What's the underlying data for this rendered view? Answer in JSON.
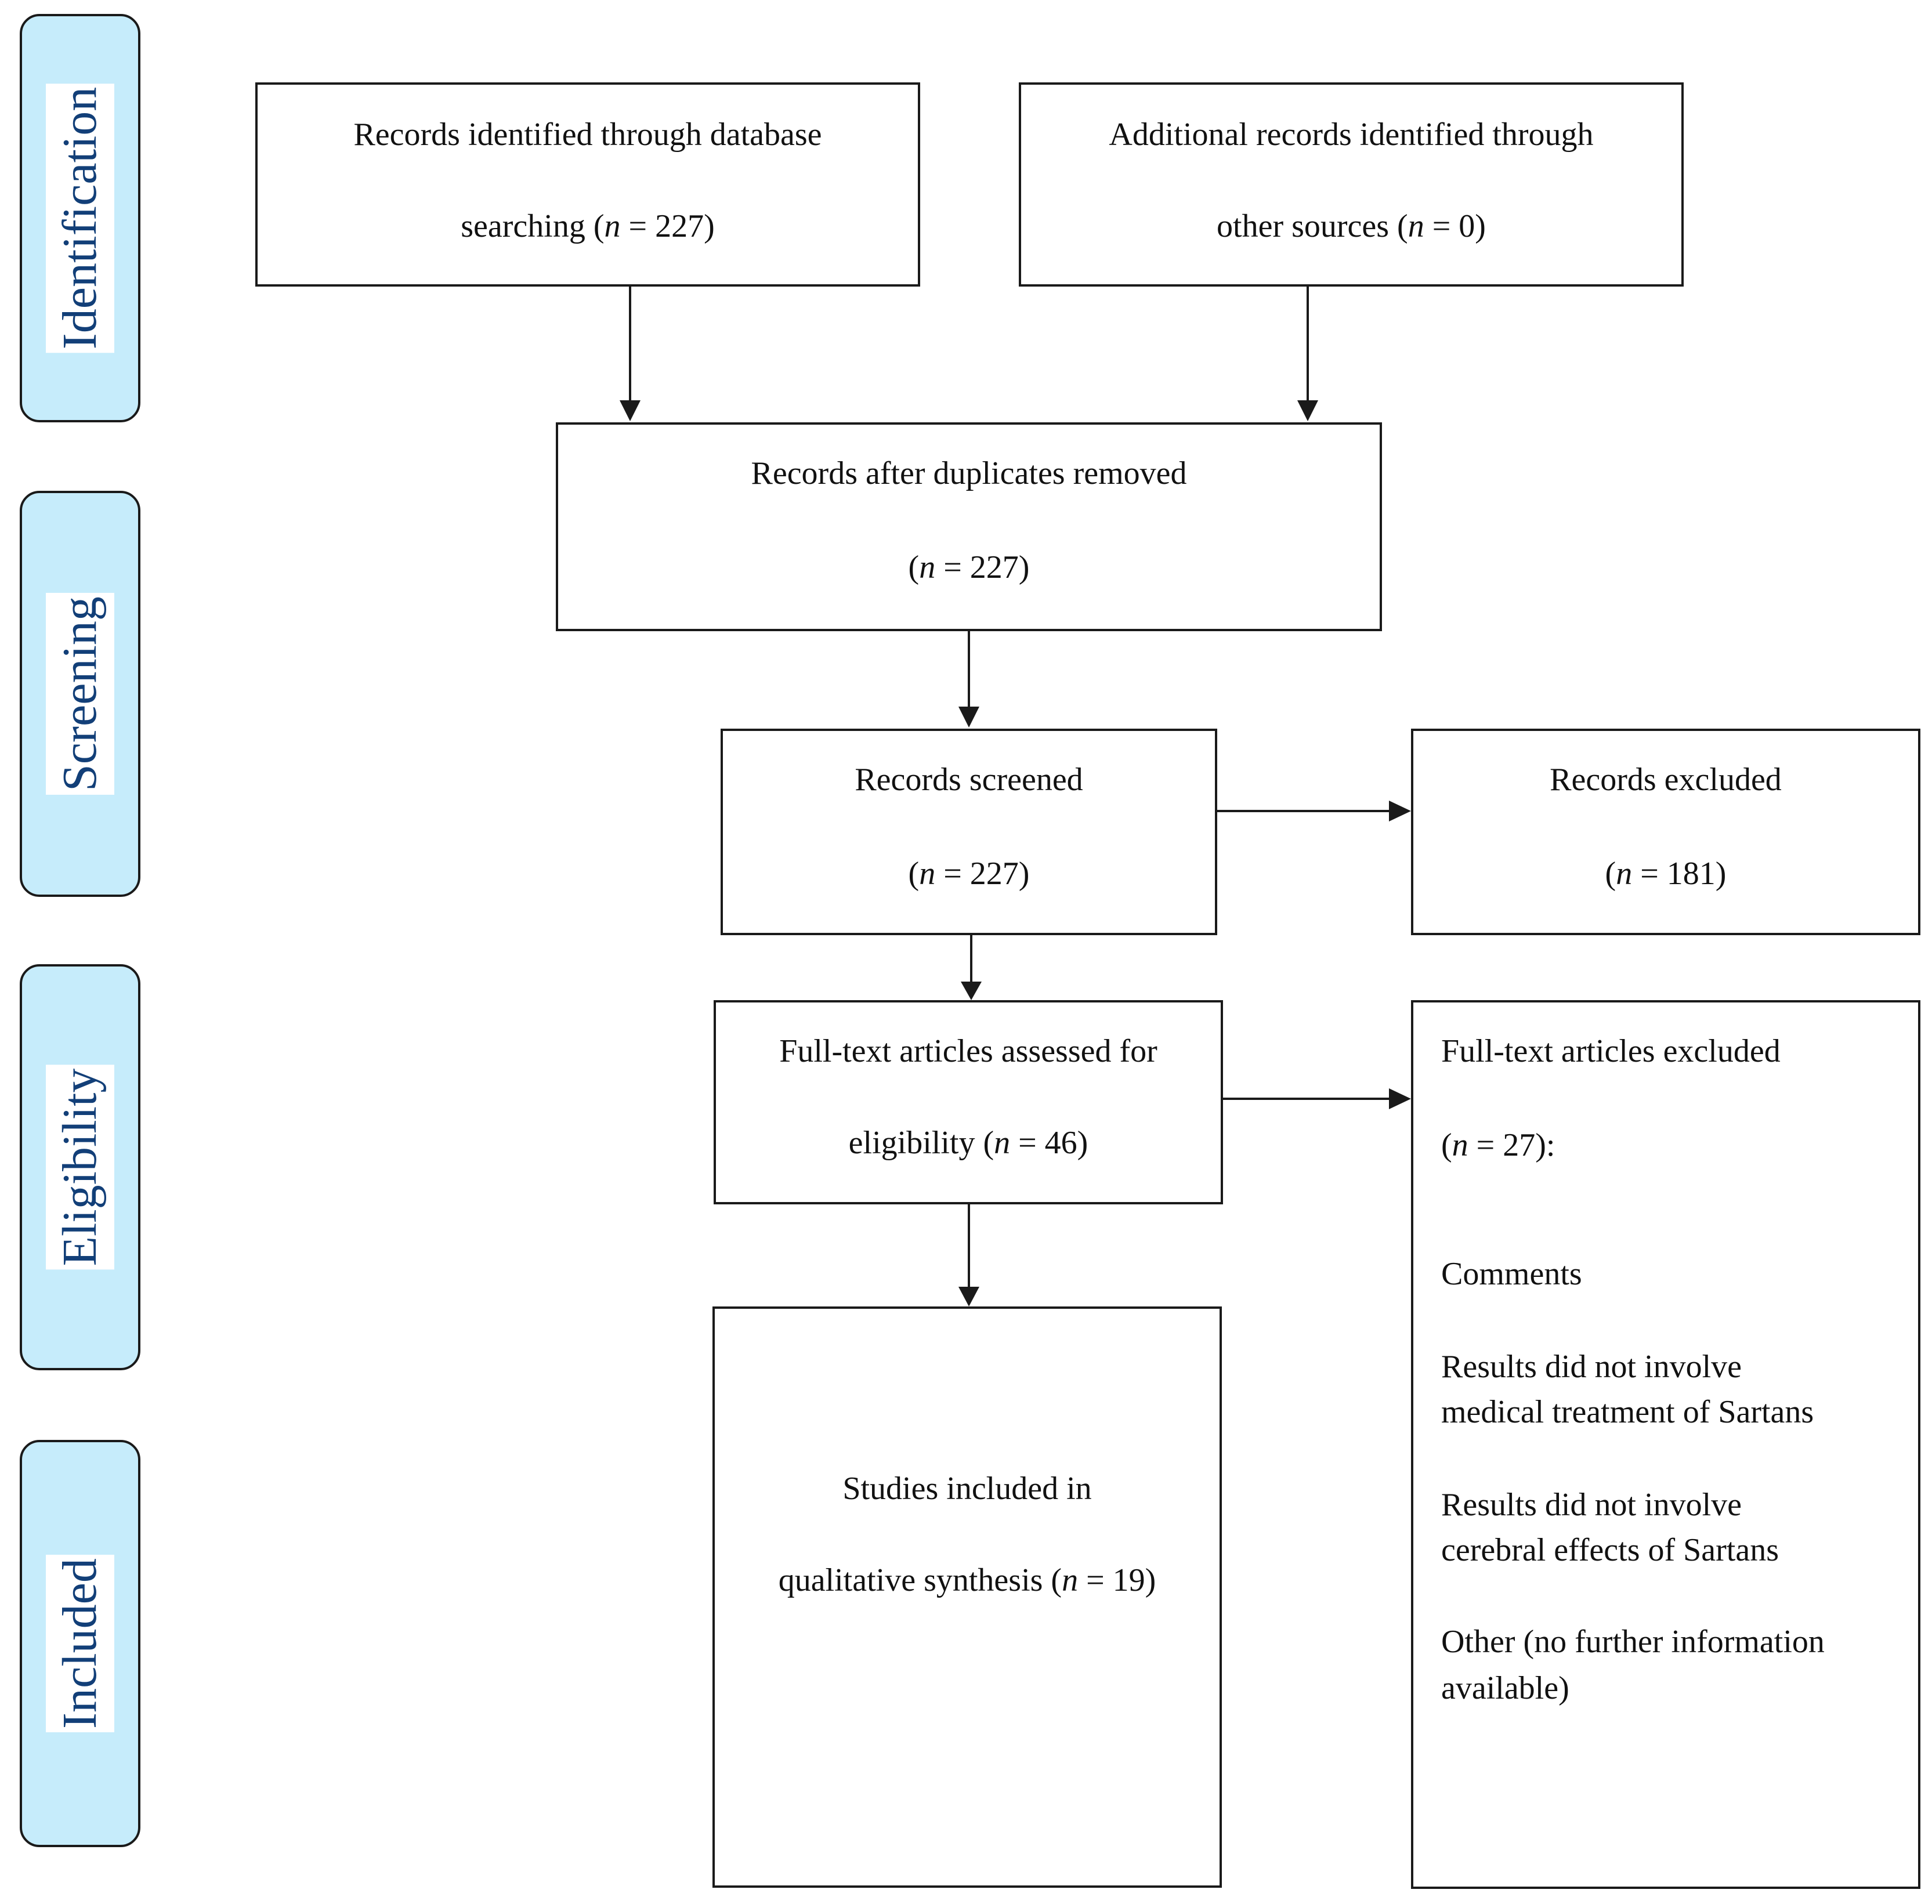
{
  "phases": {
    "identification": "Identification",
    "screening": "Screening",
    "eligibility": "Eligibility",
    "included": "Included"
  },
  "boxes": {
    "database_search": {
      "line1": "Records identified through database",
      "line2_prefix": "searching (",
      "n_symbol": "n",
      "line2_suffix": " = 227)"
    },
    "other_sources": {
      "line1": "Additional records identified through",
      "line2_prefix": "other sources (",
      "n_symbol": "n",
      "line2_suffix": " = 0)"
    },
    "duplicates_removed": {
      "line1": "Records after duplicates removed",
      "line2_prefix": "(",
      "n_symbol": "n",
      "line2_suffix": " =  227)"
    },
    "screened": {
      "line1": "Records screened",
      "line2_prefix": "(",
      "n_symbol": "n",
      "line2_suffix": " = 227)"
    },
    "excluded": {
      "line1": "Records excluded",
      "line2_prefix": "(",
      "n_symbol": "n",
      "line2_suffix": " =  181)"
    },
    "fulltext_assessed": {
      "line1": "Full-text articles assessed for",
      "line2_prefix": "eligibility (",
      "n_symbol": "n",
      "line2_suffix": " = 46)"
    },
    "fulltext_excluded": {
      "line1": "Full-text articles excluded",
      "line2_prefix": "(",
      "n_symbol": "n",
      "line2_suffix": " =  27):",
      "reasons": [
        "Comments",
        "Results did not involve",
        "medical treatment of Sartans",
        "Results did not involve",
        "cerebral effects of Sartans",
        "Other (no further information",
        "available)"
      ]
    },
    "included": {
      "line1": "Studies included in",
      "line2_prefix": "qualitative synthesis (",
      "n_symbol": "n",
      "line2_suffix": " = 19)"
    }
  },
  "colors": {
    "phase_fill": "#c6ecfb",
    "phase_text": "#123f78",
    "stroke": "#1a1a1a"
  }
}
